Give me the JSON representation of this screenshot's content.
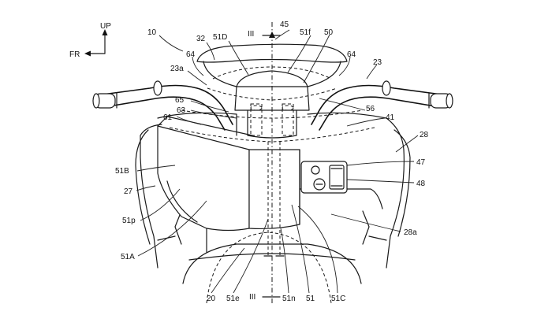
{
  "orientation": {
    "up": "UP",
    "fr": "FR"
  },
  "section_marks": {
    "top": "III",
    "bottom": "III"
  },
  "labels": {
    "l10": "10",
    "l32": "32",
    "l51D": "51D",
    "l45": "45",
    "l51f": "51f",
    "l50": "50",
    "l64a": "64",
    "l64b": "64",
    "l23": "23",
    "l23a": "23a",
    "l65": "65",
    "l63": "63",
    "l56": "56",
    "l61": "61",
    "l41": "41",
    "l28": "28",
    "l51B": "51B",
    "l47": "47",
    "l27": "27",
    "l48": "48",
    "l51p": "51p",
    "l28a": "28a",
    "l51A": "51A",
    "l20": "20",
    "l51e": "51e",
    "l51n": "51n",
    "l51": "51",
    "l51C": "51C"
  }
}
